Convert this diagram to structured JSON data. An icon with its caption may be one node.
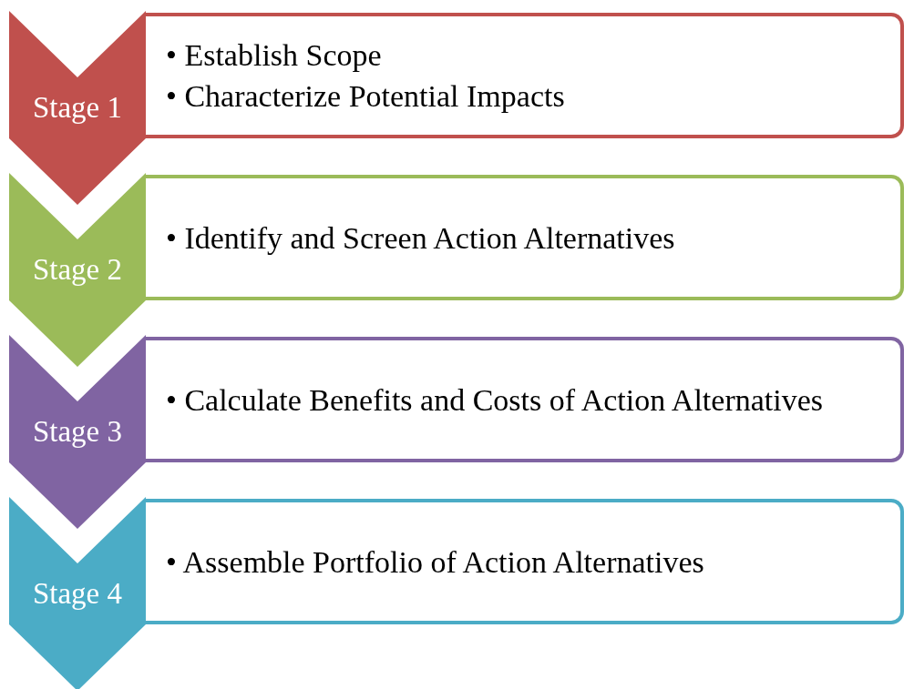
{
  "diagram": {
    "nodes": [
      {
        "text": [
          "Stage 1"
        ]
      },
      {
        "text": [
          "• Establish Scope",
          "• Characterize Potential Impacts"
        ]
      },
      {
        "text": [
          "Stage 2"
        ]
      },
      {
        "text": [
          "• Identify and Screen Action Alternatives"
        ]
      },
      {
        "text": [
          "Stage 3"
        ]
      },
      {
        "text": [
          "• Calculate Benefits and Costs of Action Alternatives"
        ]
      },
      {
        "text": [
          "Stage 4"
        ]
      },
      {
        "text": [
          "• Assemble Portfolio of Action Alternatives"
        ]
      }
    ]
  }
}
